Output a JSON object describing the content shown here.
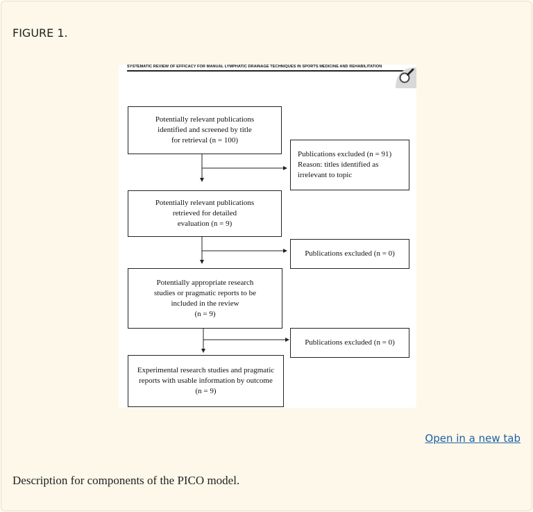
{
  "figure": {
    "label": "FIGURE 1.",
    "header": "SYSTEMATIC REVIEW OF EFFICACY FOR MANUAL LYMPHATIC DRAINAGE TECHNIQUES IN SPORTS MEDICINE AND REHABILITATION",
    "logo_icon": "magnifying-glass-icon",
    "flow": {
      "box1": "Potentially relevant publications\nidentified and  screened by title\nfor retrieval (n = 100)",
      "excl1": "Publications excluded (n = 91)\nReason: titles identified as\nirrelevant to topic",
      "box2": "Potentially relevant publications\nretrieved for detailed\nevaluation (n = 9)",
      "excl2": "Publications excluded (n = 0)",
      "box3": "Potentially appropriate research\nstudies or pragmatic reports to be\nincluded in the review\n(n = 9)",
      "excl3": "Publications excluded (n = 0)",
      "box4": "Experimental research studies and pragmatic\nreports with usable information by outcome\n(n = 9)"
    }
  },
  "link": {
    "open_new_tab": "Open in a new tab"
  },
  "caption": "Description for components of the PICO model."
}
